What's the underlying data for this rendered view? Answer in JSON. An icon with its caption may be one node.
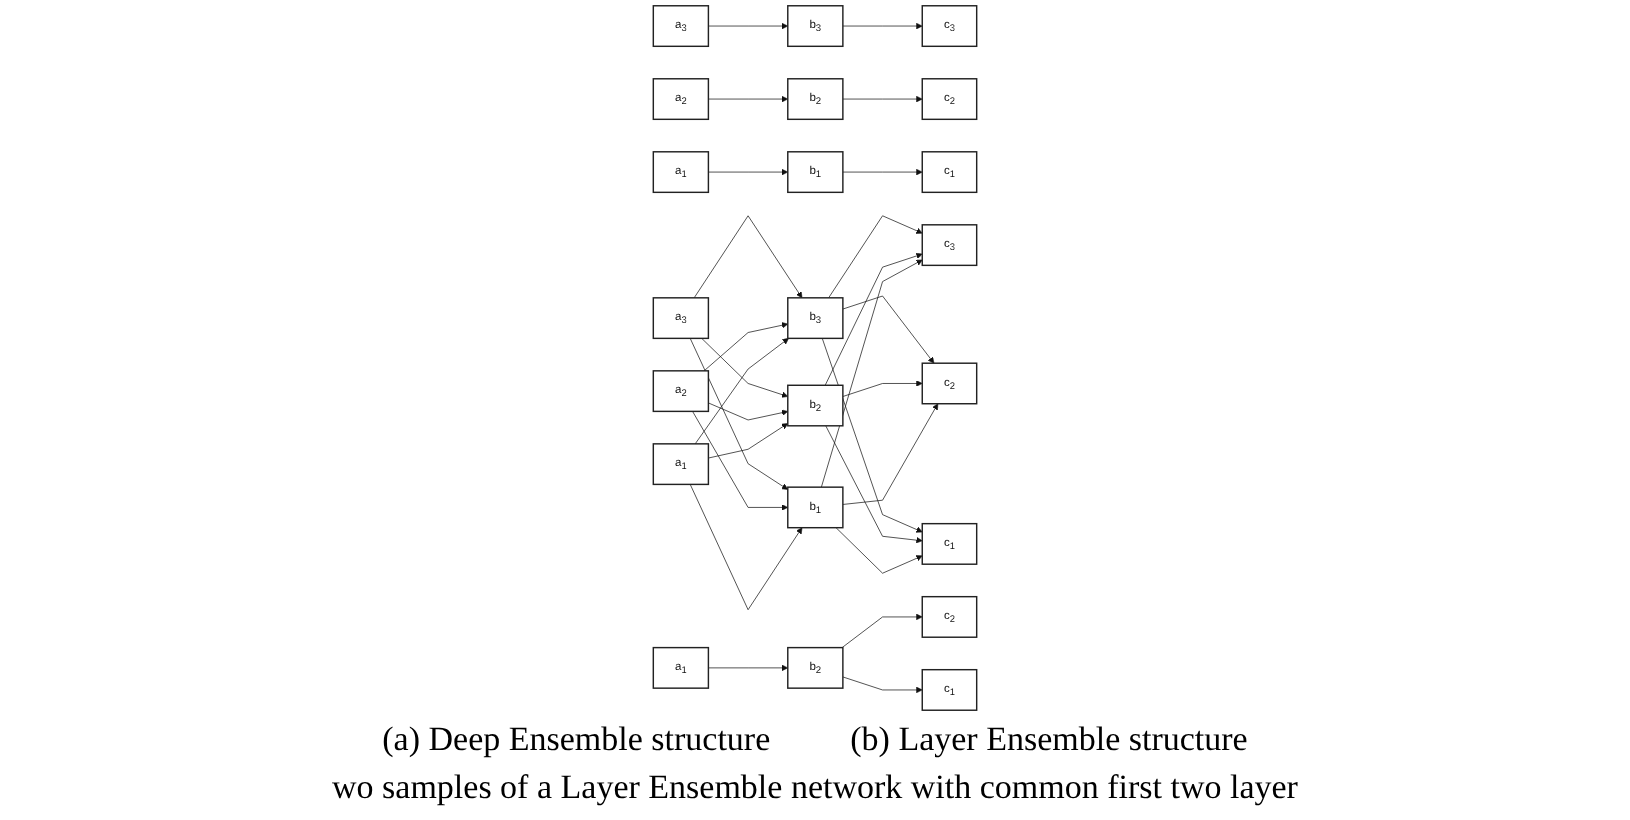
{
  "diagram": {
    "nodes": [
      {
        "text": [
          "a$_{3}$"
        ]
      },
      {
        "text": [
          "b$_{3}$"
        ]
      },
      {
        "text": [
          "c$_{3}$"
        ]
      },
      {
        "text": [
          "a$_{2}$"
        ]
      },
      {
        "text": [
          "b$_{2}$"
        ]
      },
      {
        "text": [
          "c$_{2}$"
        ]
      },
      {
        "text": [
          "a$_{1}$"
        ]
      },
      {
        "text": [
          "b$_{1}$"
        ]
      },
      {
        "text": [
          "c$_{1}$"
        ]
      },
      {
        "text": [
          "a$_{3}$"
        ]
      },
      {
        "text": [
          "b$_{3}$"
        ]
      },
      {
        "text": [
          "c$_{3}$"
        ]
      },
      {
        "text": [
          "a$_{2}$"
        ]
      },
      {
        "text": [
          "b$_{2}$"
        ]
      },
      {
        "text": [
          "c$_{2}$"
        ]
      },
      {
        "text": [
          "a$_{1}$"
        ]
      },
      {
        "text": [
          "b$_{1}$"
        ]
      },
      {
        "text": [
          "c$_{1}$"
        ]
      },
      {
        "text": [
          "a$_{1}$"
        ]
      },
      {
        "text": [
          "b$_{2}$"
        ]
      },
      {
        "text": [
          "c$_{2}$"
        ]
      },
      {
        "text": [
          "c$_{1}$"
        ]
      }
    ],
    "edges": [
      {
        "from": 0,
        "to": 1,
        "arrow": "to"
      },
      {
        "from": 1,
        "to": 2,
        "arrow": "to"
      },
      {
        "from": 3,
        "to": 4,
        "arrow": "to"
      },
      {
        "from": 4,
        "to": 5,
        "arrow": "to"
      },
      {
        "from": 6,
        "to": 7,
        "arrow": "to"
      },
      {
        "from": 7,
        "to": 8,
        "arrow": "to"
      },
      {
        "from": 9,
        "to": 10,
        "arrow": "to"
      },
      {
        "from": 9,
        "to": 13,
        "arrow": "to"
      },
      {
        "from": 9,
        "to": 16,
        "arrow": "to"
      },
      {
        "from": 12,
        "to": 10,
        "arrow": "to"
      },
      {
        "from": 12,
        "to": 13,
        "arrow": "to"
      },
      {
        "from": 12,
        "to": 16,
        "arrow": "to"
      },
      {
        "from": 15,
        "to": 10,
        "arrow": "to"
      },
      {
        "from": 15,
        "to": 13,
        "arrow": "to"
      },
      {
        "from": 15,
        "to": 16,
        "arrow": "to"
      },
      {
        "from": 10,
        "to": 11,
        "arrow": "to"
      },
      {
        "from": 10,
        "to": 14,
        "arrow": "to"
      },
      {
        "from": 10,
        "to": 17,
        "arrow": "to"
      },
      {
        "from": 13,
        "to": 11,
        "arrow": "to"
      },
      {
        "from": 13,
        "to": 14,
        "arrow": "to"
      },
      {
        "from": 13,
        "to": 17,
        "arrow": "to"
      },
      {
        "from": 16,
        "to": 11,
        "arrow": "to"
      },
      {
        "from": 16,
        "to": 14,
        "arrow": "to"
      },
      {
        "from": 16,
        "to": 17,
        "arrow": "to"
      },
      {
        "from": 18,
        "to": 19,
        "arrow": "to"
      },
      {
        "from": 19,
        "to": 20,
        "arrow": "to"
      },
      {
        "from": 19,
        "to": 21,
        "arrow": "to"
      }
    ],
    "labels": [
      "(a) Deep Ensemble structure",
      "(b) Layer Ensemble structure",
      "wo samples of a Layer Ensemble network with common first two layer"
    ]
  }
}
